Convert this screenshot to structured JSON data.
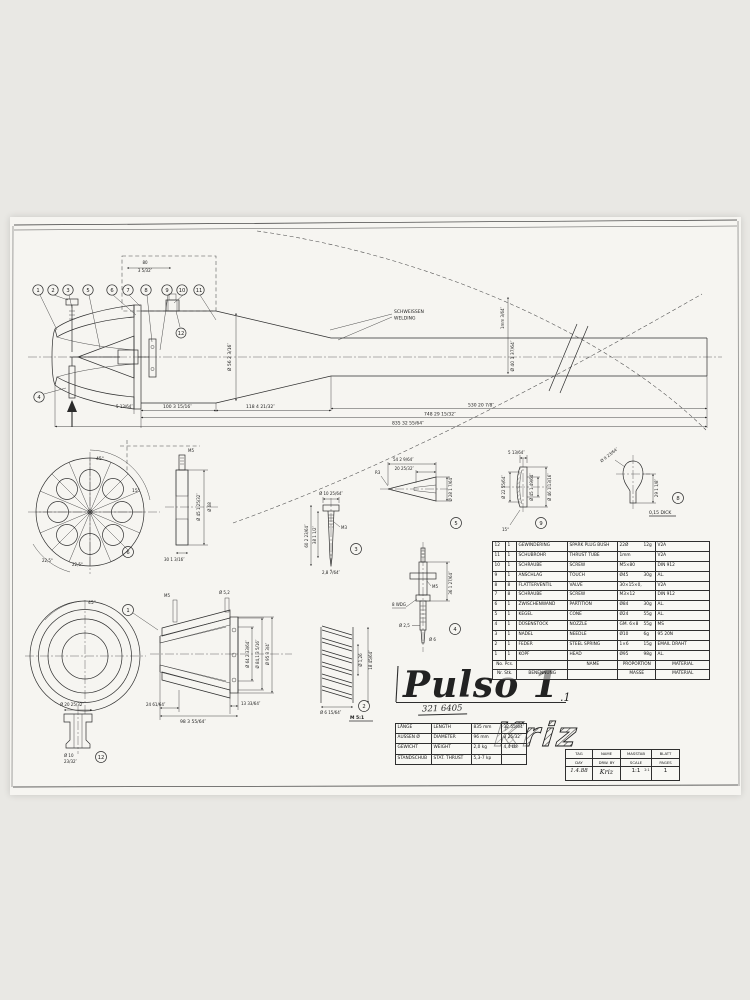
{
  "drawing": {
    "labels": {
      "weld_de": "SCHWEISSEN",
      "weld_en": "WELDING",
      "dick": "0,15 DICK",
      "wdg": "8 WDG",
      "scale_spring": "M 5:1"
    },
    "callouts": {
      "n1": "1",
      "n2": "2",
      "n3": "3",
      "n4": "4",
      "n5": "5",
      "n6": "6",
      "n7": "7",
      "n8": "8",
      "n9": "9",
      "n10": "10",
      "n11": "11",
      "n12": "12"
    },
    "dims": {
      "d80": "80",
      "d80f": "3 5/32″",
      "d5": "5  13/64″",
      "d100": "100  3 15/16″",
      "d118": "118  4 21/32″",
      "d530": "530  20 7/8″",
      "d748": "748  29 15/32″",
      "d835": "835  32 55/64″",
      "dia56": "Ø 56  2 3/16″",
      "wall": "1mm  3/64″",
      "dia40": "Ø 40  1 37/64″",
      "a45": "45°",
      "a15": "15°",
      "a225a": "22,5°",
      "a225b": "22,5°",
      "pm5": "M5",
      "p45": "Ø 45  1 25/32″",
      "p68": "Ø 68",
      "p30": "30  1 3/16″",
      "n10": "Ø 10  25/64″",
      "n60": "60  2 23/64″",
      "n38": "38  1 1/2″",
      "nm3": "M3",
      "n28": "2,8  7/64″",
      "k54": "54  2 9/64″",
      "k20": "20  25/32″",
      "k28": "Ø 28  1 7/64″",
      "kr3": "R3",
      "z36": "36  1 27/64″",
      "zm5": "M5",
      "z25": "Ø 2,5",
      "z6": "Ø 6",
      "a5": "5  13/64″",
      "a22": "Ø 22  55/64″",
      "a45d": "Ø 45  1 49/64″",
      "a46": "Ø 46  1 13/16″",
      "a15b": "15°",
      "v9": "Ø 9  23/64″",
      "v29": "29  1 1/8″",
      "ha45": "45°",
      "hm5": "M5",
      "h52": "Ø 5,2",
      "h64": "Ø 64  2 33/64″",
      "h841": "Ø 84,1  3 5/16″",
      "h95": "Ø 95  3 3/4″",
      "h98": "98  3 55/64″",
      "h24": "24  61/64″",
      "h13": "13  33/64″",
      "b20": "Ø 20  25/32″",
      "b10": "Ø 10",
      "b2332": "23/32″",
      "s126": "Ø 1,26",
      "s18": "18  45/64″",
      "s6": "Ø 6  15/64″"
    }
  },
  "parts_table": {
    "rows": [
      {
        "no": "12",
        "qty": "1",
        "de": "GEWINDERING",
        "en": "SPARK PLUG BUSH",
        "dim": "22Ø",
        "mass": "12g",
        "mat": "V2A"
      },
      {
        "no": "11",
        "qty": "1",
        "de": "SCHUBROHR",
        "en": "THRUST TUBE",
        "dim": "1mm",
        "mass": "",
        "mat": "V2A"
      },
      {
        "no": "10",
        "qty": "1",
        "de": "SCHRAUBE",
        "en": "SCREW",
        "dim": "M5×80",
        "mass": "",
        "mat": "DIN 912"
      },
      {
        "no": "9",
        "qty": "1",
        "de": "ANSCHLAG",
        "en": "TOUCH",
        "dim": "Ø45",
        "mass": "30g",
        "mat": "AL."
      },
      {
        "no": "8",
        "qty": "8",
        "de": "FLATTERVENTIL",
        "en": "VALVE",
        "dim": "30×15×0,15",
        "mass": "",
        "mat": "V2A"
      },
      {
        "no": "7",
        "qty": "8",
        "de": "SCHRAUBE",
        "en": "SCREW",
        "dim": "M3×12",
        "mass": "",
        "mat": "DIN 912"
      },
      {
        "no": "6",
        "qty": "1",
        "de": "ZWISCHENWAND",
        "en": "PARTITION",
        "dim": "Ø84",
        "mass": "30g",
        "mat": "AL."
      },
      {
        "no": "5",
        "qty": "1",
        "de": "KEGEL",
        "en": "CONE",
        "dim": "Ø24",
        "mass": "55g",
        "mat": "AL."
      },
      {
        "no": "4",
        "qty": "1",
        "de": "DÜSENSTOCK",
        "en": "NOZZLE",
        "dim": "GM. 6×8",
        "mass": "55g",
        "mat": "MS"
      },
      {
        "no": "3",
        "qty": "1",
        "de": "NADEL",
        "en": "NEEDLE",
        "dim": "Ø10",
        "mass": "6g",
        "mat": "95 20N"
      },
      {
        "no": "2",
        "qty": "1",
        "de": "FEDER",
        "en": "STEEL SPRING",
        "dim": "1×6",
        "mass": "15g",
        "mat": "EMAIL DRAHT"
      },
      {
        "no": "1",
        "qty": "1",
        "de": "KOPF",
        "en": "HEAD",
        "dim": "Ø95",
        "mass": "98g",
        "mat": "AL."
      }
    ],
    "footer_top": {
      "no": "No. Pcs.",
      "de": "",
      "en": "NAME",
      "mid": "PROPORTION",
      "mat": "MATERIAL"
    },
    "footer_bottom": {
      "no": "Nr. Stk.",
      "de": "BENENNUNG",
      "en": "",
      "mid": "MASSE",
      "mat": "MATERIAL"
    }
  },
  "logo": {
    "text": "Pulso 1",
    "sub": ".1"
  },
  "specs": {
    "note": "321 6405",
    "rows": [
      {
        "de": "LÄNGE",
        "en": "LENGTH",
        "metric": "835 mm",
        "imp": "32 55/64″"
      },
      {
        "de": "AUSSEN Ø",
        "en": "DIAMETER",
        "metric": "96 mm",
        "imp": "3 25/32″"
      },
      {
        "de": "GEWICHT",
        "en": "WEIGHT",
        "metric": "2,0 kg",
        "imp": "4,4 Lb."
      },
      {
        "de": "STANDSCHUB",
        "en": "STAT. THRUST",
        "metric": "5,3-7 kp",
        "imp": ""
      }
    ]
  },
  "kriz": {
    "logo": "Kriz",
    "h_de": [
      "TAG",
      "NAME",
      "MASSTAB",
      "BLATT"
    ],
    "h_en": [
      "DAY",
      "DRW. BY",
      "SCALE",
      "PAGES"
    ],
    "values": [
      "1.4.88",
      "Kriz",
      "1:1",
      "1"
    ],
    "scale_alt": "2:1"
  }
}
